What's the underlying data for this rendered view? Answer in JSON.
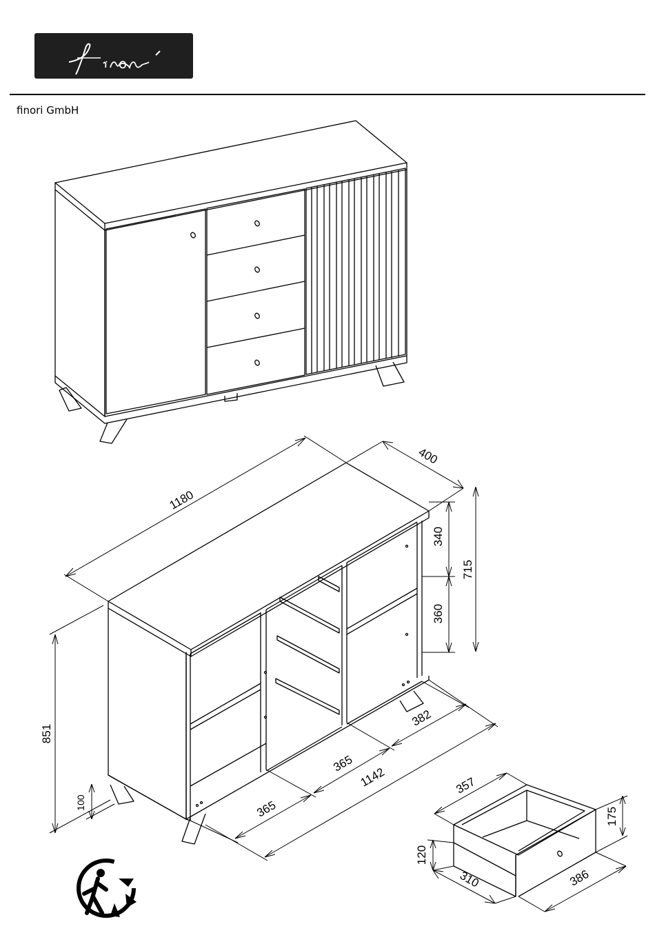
{
  "logo": {
    "text": "finori",
    "colors": {
      "background": "#1f1f1f",
      "text": "#ffffff"
    }
  },
  "company": {
    "name": "finori GmbH"
  },
  "dimensions": {
    "width_top": "1180",
    "depth_top": "400",
    "inner_height": "715",
    "upper_shelf": "340",
    "lower_shelf": "360",
    "total_height": "851",
    "leg_height": "100",
    "right_compartment": "382",
    "middle_compartment": "365",
    "left_compartment": "365",
    "inner_width": "1142"
  },
  "drawer": {
    "inner_depth": "357",
    "height": "175",
    "side_height": "120",
    "width": "386",
    "inner_width": "310"
  },
  "icons": {
    "recycle": "triman-recycle-icon"
  }
}
